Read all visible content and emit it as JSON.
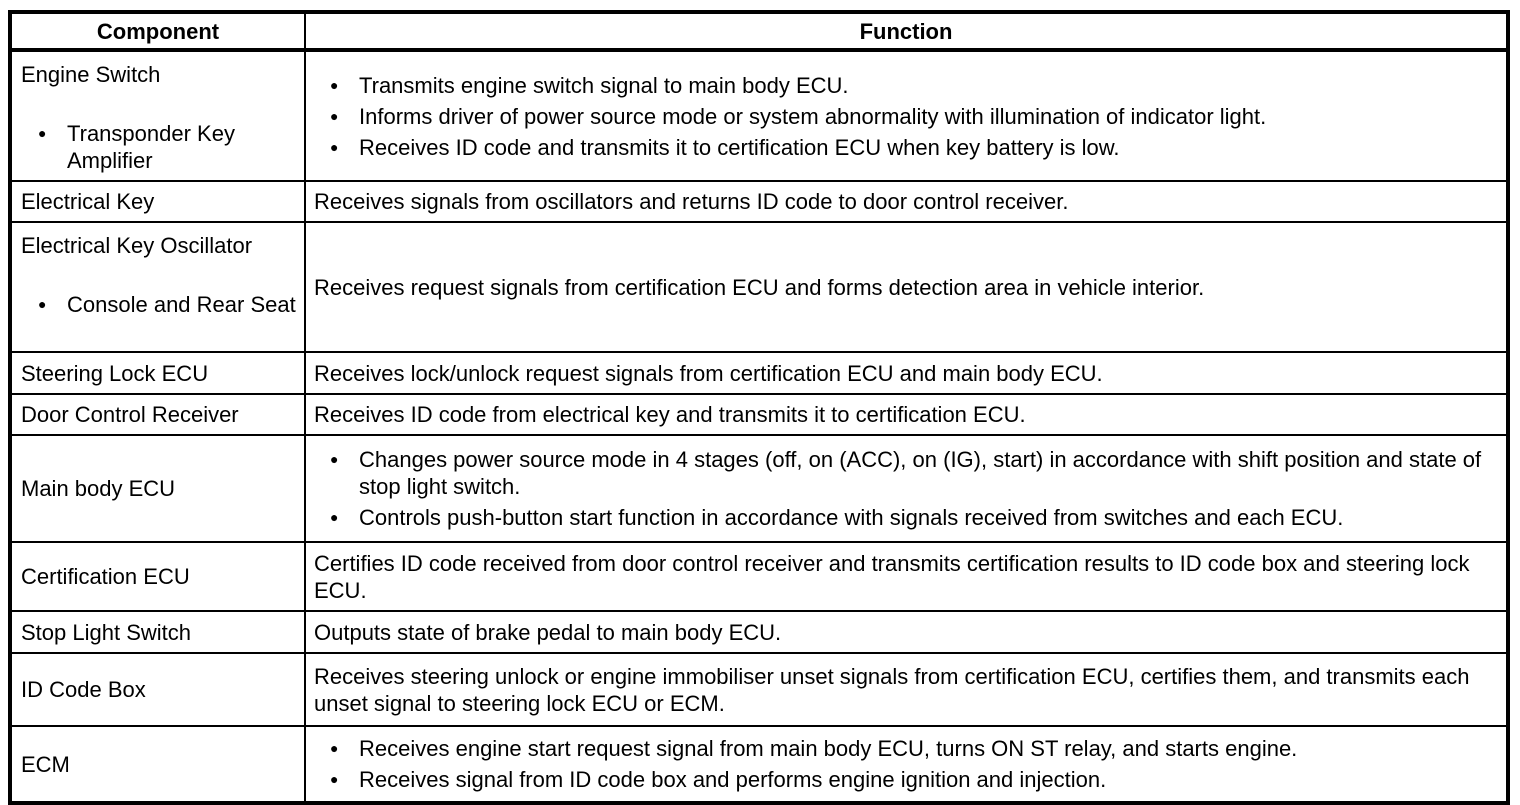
{
  "icons": {
    "bullet": "●"
  },
  "colors": {
    "border": "#000000",
    "text": "#000000",
    "background": "#ffffff"
  },
  "table": {
    "headers": {
      "component": "Component",
      "function": "Function"
    },
    "rows": [
      {
        "component": {
          "title": "Engine Switch",
          "bullets": [
            "Transponder Key Amplifier"
          ]
        },
        "function": {
          "bullets": [
            "Transmits engine switch signal to main body ECU.",
            "Informs driver of power source mode or system abnormality with illumination of indicator light.",
            "Receives ID code and transmits it to certification ECU when key battery is low."
          ]
        }
      },
      {
        "component": {
          "title": "Electrical Key"
        },
        "function": {
          "text": "Receives signals from oscillators and returns ID code to door control receiver."
        }
      },
      {
        "component": {
          "title": "Electrical Key Oscillator",
          "bullets": [
            "Console and Rear Seat"
          ]
        },
        "function": {
          "text": "Receives request signals from certification ECU and forms detection area in vehicle interior."
        }
      },
      {
        "component": {
          "title": "Steering Lock ECU"
        },
        "function": {
          "text": "Receives lock/unlock request signals from certification ECU and main body ECU."
        }
      },
      {
        "component": {
          "title": "Door Control Receiver"
        },
        "function": {
          "text": "Receives ID code from electrical key and transmits it to certification ECU."
        }
      },
      {
        "component": {
          "title": "Main body ECU"
        },
        "function": {
          "bullets": [
            "Changes power source mode in 4 stages (off, on (ACC), on (IG), start) in accordance with shift position and state of stop light switch.",
            "Controls push-button start function in accordance with signals received from switches and each ECU."
          ]
        }
      },
      {
        "component": {
          "title": "Certification ECU"
        },
        "function": {
          "text": "Certifies ID code received from door control receiver and transmits certification results to ID code box and steering lock ECU."
        }
      },
      {
        "component": {
          "title": "Stop Light Switch"
        },
        "function": {
          "text": "Outputs state of brake pedal to main body ECU."
        }
      },
      {
        "component": {
          "title": "ID Code Box"
        },
        "function": {
          "text": "Receives steering unlock or engine immobiliser unset signals from certification ECU, certifies them, and transmits each unset signal to steering lock ECU or ECM."
        }
      },
      {
        "component": {
          "title": "ECM"
        },
        "function": {
          "bullets": [
            "Receives engine start request signal from main body ECU, turns ON ST relay, and starts engine.",
            "Receives signal from ID code box and performs engine ignition and injection."
          ]
        }
      }
    ]
  }
}
